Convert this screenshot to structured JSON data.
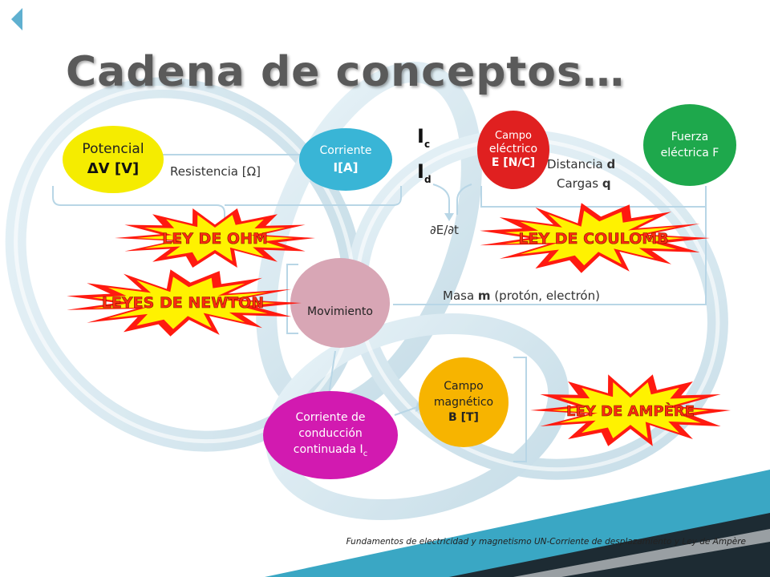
{
  "title": "Cadena de conceptos…",
  "footer": "Fundamentos de electricidad y magnetismo UN-Corriente de desplazamiento y Ley de Ampère",
  "nodes": {
    "potencial": {
      "line1": "Potencial",
      "line2": "ΔV [V]",
      "color": "#f5ec00"
    },
    "corriente": {
      "line1": "Corriente",
      "line2": "I[A]",
      "color": "#39b5d6"
    },
    "campo_electrico": {
      "line1": "Campo",
      "line2": "eléctrico",
      "line3": "E [N/C]",
      "color": "#e02020"
    },
    "fuerza": {
      "line1": "Fuerza",
      "line2": "eléctrica F",
      "color": "#1ea84c"
    },
    "movimiento": {
      "line1": "Movimiento",
      "color": "#d8a6b5"
    },
    "corriente_conduccion": {
      "line1": "Corriente de",
      "line2": "conducción",
      "line3": "continuada I",
      "sub": "c",
      "color": "#d21ab0"
    },
    "campo_magnetico": {
      "line1": "Campo",
      "line2": "magnético",
      "line3": "B [T]",
      "color": "#f7b400"
    }
  },
  "labels": {
    "resistencia": "Resistencia [Ω]",
    "ic_main": "I",
    "ic_sub": "c",
    "id_main": "I",
    "id_sub": "d",
    "distancia_prefix": "Distancia ",
    "distancia_var": "d",
    "cargas_prefix": "Cargas ",
    "cargas_var": "q",
    "derivada": "∂E/∂t",
    "masa_prefix": "Masa ",
    "masa_var": "m",
    "masa_suffix": " (protón, electrón)"
  },
  "laws": {
    "ohm": "LEY DE OHM",
    "coulomb": "LEY DE COULOMB",
    "newton": "LEYES DE NEWTON",
    "ampere": "LEY DE AMPÈRE"
  },
  "colors": {
    "burst_red": "#ff1a10",
    "burst_yellow": "#fff200",
    "connector": "#b8d6e6",
    "title": "#5a5a5a"
  }
}
